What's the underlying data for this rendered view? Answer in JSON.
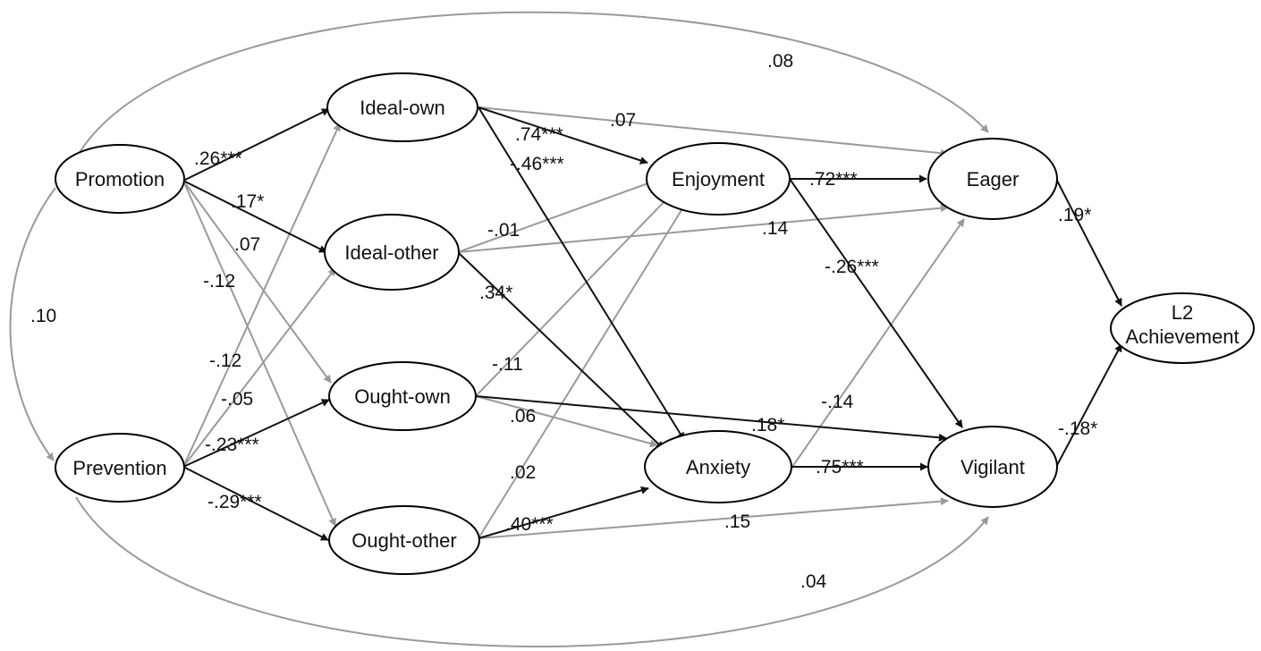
{
  "colors": {
    "significant": "#111111",
    "nonsignificant": "#9a9a9a"
  },
  "nodes": {
    "promotion": {
      "label": "Promotion"
    },
    "prevention": {
      "label": "Prevention"
    },
    "ideal_own": {
      "label": "Ideal-own"
    },
    "ideal_other": {
      "label": "Ideal-other"
    },
    "ought_own": {
      "label": "Ought-own"
    },
    "ought_other": {
      "label": "Ought-other"
    },
    "enjoyment": {
      "label": "Enjoyment"
    },
    "anxiety": {
      "label": "Anxiety"
    },
    "eager": {
      "label": "Eager"
    },
    "vigilant": {
      "label": "Vigilant"
    },
    "l2": {
      "label_line1": "L2",
      "label_line2": "Achievement"
    }
  },
  "edges": [
    {
      "id": "promotion-ideal_own",
      "from": "Promotion",
      "to": "Ideal-own",
      "label": ".26***",
      "significant": true
    },
    {
      "id": "promotion-ideal_other",
      "from": "Promotion",
      "to": "Ideal-other",
      "label": ".17*",
      "significant": true
    },
    {
      "id": "promotion-ought_own",
      "from": "Promotion",
      "to": "Ought-own",
      "label": ".07",
      "significant": false
    },
    {
      "id": "promotion-ought_other",
      "from": "Promotion",
      "to": "Ought-other",
      "label": "-.12",
      "significant": false
    },
    {
      "id": "promotion-eager",
      "from": "Promotion",
      "to": "Eager",
      "label": ".08",
      "significant": false
    },
    {
      "id": "promotion-prevention",
      "from": "Promotion",
      "to": "Prevention",
      "label": ".10",
      "significant": false
    },
    {
      "id": "prevention-ideal_own",
      "from": "Prevention",
      "to": "Ideal-own",
      "label": "-.12",
      "significant": false
    },
    {
      "id": "prevention-ideal_other",
      "from": "Prevention",
      "to": "Ideal-other",
      "label": "-.05",
      "significant": false
    },
    {
      "id": "prevention-ought_own",
      "from": "Prevention",
      "to": "Ought-own",
      "label": "-.23***",
      "significant": true
    },
    {
      "id": "prevention-ought_other",
      "from": "Prevention",
      "to": "Ought-other",
      "label": "-.29***",
      "significant": true
    },
    {
      "id": "prevention-vigilant",
      "from": "Prevention",
      "to": "Vigilant",
      "label": ".04",
      "significant": false
    },
    {
      "id": "ideal_own-enjoyment",
      "from": "Ideal-own",
      "to": "Enjoyment",
      "label": ".74***",
      "significant": true
    },
    {
      "id": "ideal_own-anxiety",
      "from": "Ideal-own",
      "to": "Anxiety",
      "label": "-.46***",
      "significant": true
    },
    {
      "id": "ideal_own-eager",
      "from": "Ideal-own",
      "to": "Eager",
      "label": ".07",
      "significant": false
    },
    {
      "id": "ideal_other-enjoyment",
      "from": "Ideal-other",
      "to": "Enjoyment",
      "label": "-.01",
      "significant": false
    },
    {
      "id": "ideal_other-eager",
      "from": "Ideal-other",
      "to": "Eager",
      "label": ".14",
      "significant": false
    },
    {
      "id": "ideal_other-anxiety",
      "from": "Ideal-other",
      "to": "Anxiety",
      "label": ".34*",
      "significant": true
    },
    {
      "id": "ought_own-enjoyment",
      "from": "Ought-own",
      "to": "Enjoyment",
      "label": "-.11",
      "significant": false
    },
    {
      "id": "ought_own-anxiety",
      "from": "Ought-own",
      "to": "Anxiety",
      "label": ".06",
      "significant": false
    },
    {
      "id": "ought_own-vigilant",
      "from": "Ought-own",
      "to": "Vigilant",
      "label": ".18*",
      "significant": true
    },
    {
      "id": "ought_other-enjoyment",
      "from": "Ought-other",
      "to": "Enjoyment",
      "label": ".02",
      "significant": false
    },
    {
      "id": "ought_other-anxiety",
      "from": "Ought-other",
      "to": "Anxiety",
      "label": ".40***",
      "significant": true
    },
    {
      "id": "ought_other-vigilant",
      "from": "Ought-other",
      "to": "Vigilant",
      "label": ".15",
      "significant": false
    },
    {
      "id": "enjoyment-eager",
      "from": "Enjoyment",
      "to": "Eager",
      "label": ".72***",
      "significant": true
    },
    {
      "id": "enjoyment-vigilant",
      "from": "Enjoyment",
      "to": "Vigilant",
      "label": "-.26***",
      "significant": true
    },
    {
      "id": "anxiety-vigilant",
      "from": "Anxiety",
      "to": "Vigilant",
      "label": ".75***",
      "significant": true
    },
    {
      "id": "anxiety-eager",
      "from": "Anxiety",
      "to": "Eager",
      "label": "-.14",
      "significant": false
    },
    {
      "id": "eager-l2",
      "from": "Eager",
      "to": "L2 Achievement",
      "label": ".19*",
      "significant": true
    },
    {
      "id": "vigilant-l2",
      "from": "Vigilant",
      "to": "L2 Achievement",
      "label": "-.18*",
      "significant": true
    }
  ]
}
